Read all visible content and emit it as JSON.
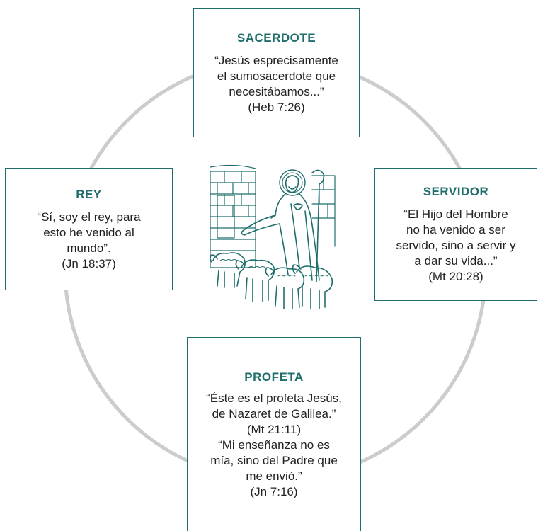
{
  "colors": {
    "accent": "#1f6e6c",
    "ring": "#cccccc",
    "text": "#222222"
  },
  "center_image": "jesus-good-shepherd-with-sheep-illustration",
  "boxes": {
    "top": {
      "title": "SACERDOTE",
      "lines": [
        "“Jesús esprecisamente",
        "el sumosacerdote que",
        "necesitábamos...”",
        "(Heb 7:26)"
      ]
    },
    "left": {
      "title": "REY",
      "lines": [
        "“Sí, soy el rey, para",
        "esto he venido al",
        "mundo”.",
        "(Jn 18:37)"
      ]
    },
    "right": {
      "title": "SERVIDOR",
      "lines": [
        "“El Hijo del Hombre",
        "no ha venido a ser",
        "servido, sino a servir y",
        "a dar su vida...”",
        "(Mt 20:28)"
      ]
    },
    "bottom": {
      "title": "PROFETA",
      "lines": [
        "“Éste es el profeta Jesús,",
        "de Nazaret de Galilea.”",
        "(Mt 21:11)",
        "“Mi enseñanza no es",
        "mía, sino del Padre que",
        "me envió.”",
        "(Jn 7:16)"
      ]
    }
  }
}
